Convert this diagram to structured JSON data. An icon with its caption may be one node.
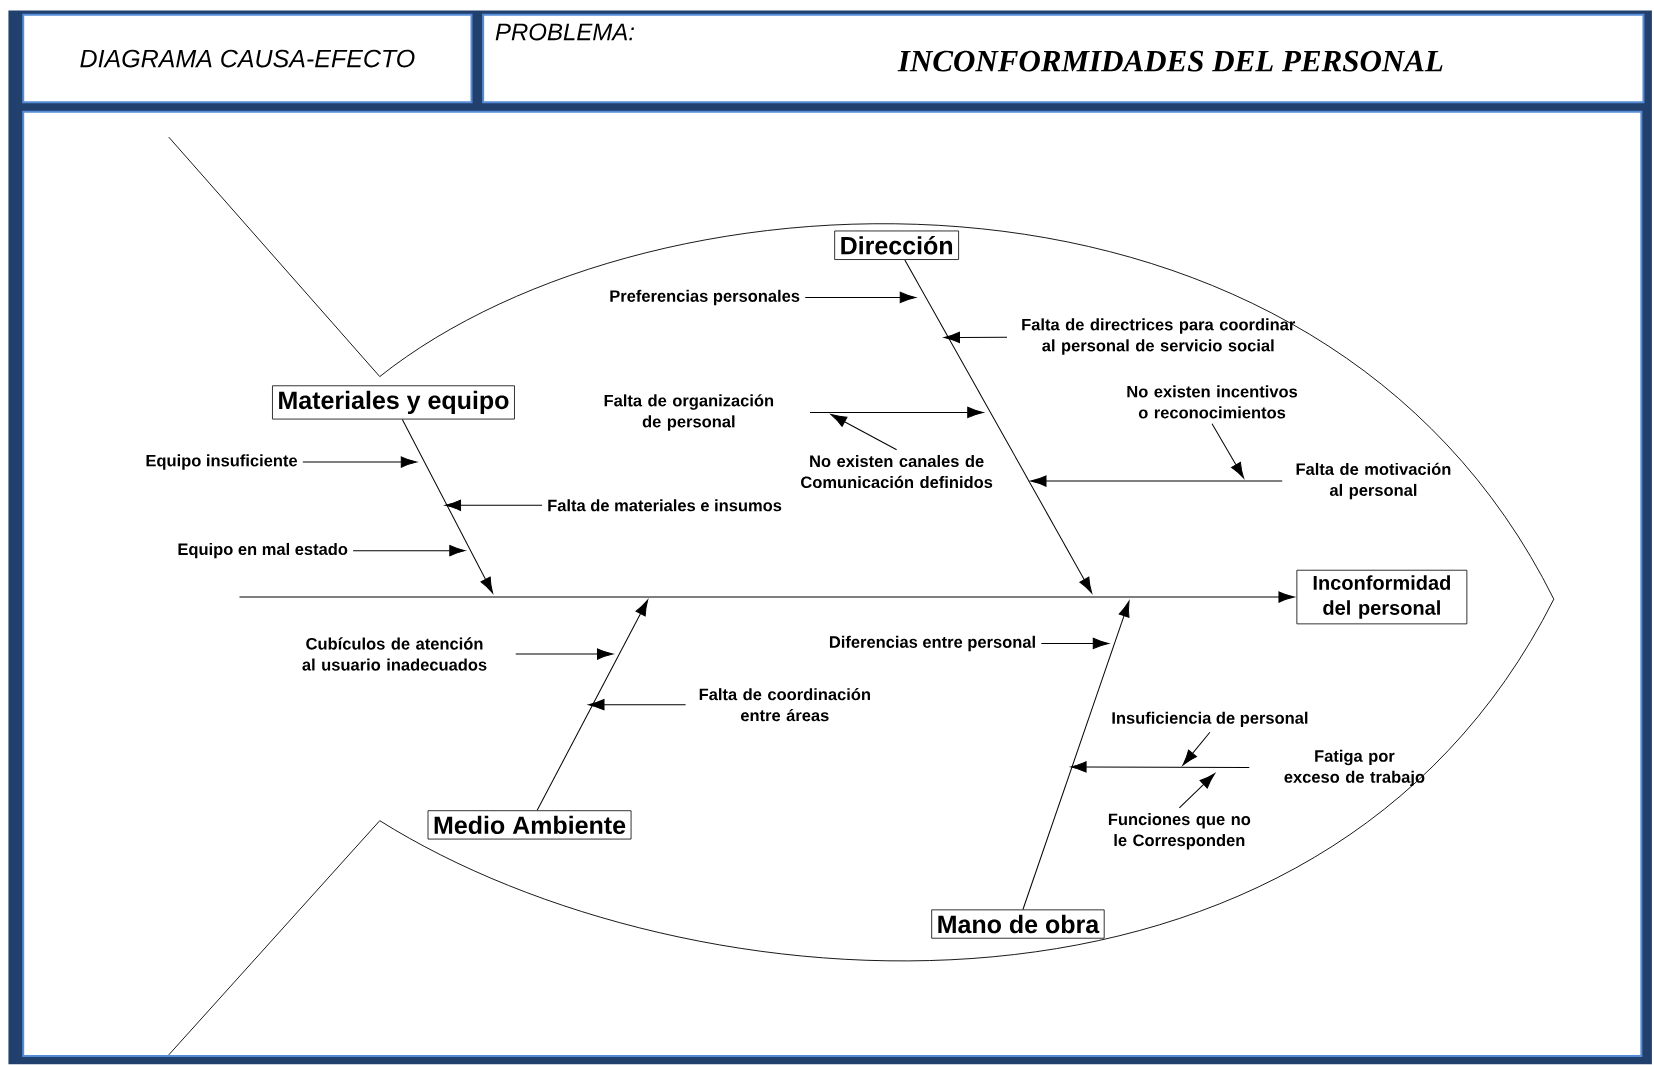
{
  "diagram": {
    "nodes": [
      {
        "text": [
          "DIAGRAMA CAUSA-EFECTO"
        ]
      },
      {
        "text": [
          "PROBLEMA:",
          "INCONFORMIDADES DEL PERSONAL"
        ]
      },
      {
        "text": [
          "Dirección"
        ]
      },
      {
        "text": [
          "Preferencias personales"
        ]
      },
      {
        "text": [
          "Falta de directrices para coordinar al personal de servicio social"
        ]
      },
      {
        "text": [
          "Materiales y equipo"
        ]
      },
      {
        "text": [
          "Falta de organización de personal"
        ]
      },
      {
        "text": [
          "No existen canales de Comunicación definidos"
        ]
      },
      {
        "text": [
          "No existen incentivos o reconocimientos"
        ]
      },
      {
        "text": [
          "Falta de motivación al personal"
        ]
      },
      {
        "text": [
          "Equipo insuficiente"
        ]
      },
      {
        "text": [
          "Falta de materiales e insumos"
        ]
      },
      {
        "text": [
          "Equipo en mal estado"
        ]
      },
      {
        "text": [
          "Inconformidad del personal"
        ]
      },
      {
        "text": [
          "Cubículos de atención al usuario inadecuados"
        ]
      },
      {
        "text": [
          "Diferencias entre personal"
        ]
      },
      {
        "text": [
          "Falta de coordinación entre áreas"
        ]
      },
      {
        "text": [
          "Insuficiencia de personal"
        ]
      },
      {
        "text": [
          "Fatiga por exceso de trabajo"
        ]
      },
      {
        "text": [
          "Funciones que no le Corresponden"
        ]
      },
      {
        "text": [
          "Medio Ambiente"
        ]
      },
      {
        "text": [
          "Mano de obra"
        ]
      }
    ],
    "edges": [
      {
        "from": null,
        "to": 13,
        "arrow": "to"
      },
      {
        "from": 2,
        "to": null,
        "arrow": "to"
      },
      {
        "from": 5,
        "to": null,
        "arrow": "to"
      },
      {
        "from": 20,
        "to": null,
        "arrow": "to"
      },
      {
        "from": 21,
        "to": null,
        "arrow": "to"
      },
      {
        "from": 3,
        "to": null,
        "arrow": "to"
      },
      {
        "from": 4,
        "to": null,
        "arrow": "to"
      },
      {
        "from": 6,
        "to": null,
        "arrow": "to"
      },
      {
        "from": 7,
        "to": null,
        "arrow": "to"
      },
      {
        "from": 8,
        "to": null,
        "arrow": "to"
      },
      {
        "from": 9,
        "to": null,
        "arrow": "to"
      },
      {
        "from": 10,
        "to": null,
        "arrow": "to"
      },
      {
        "from": 11,
        "to": null,
        "arrow": "to"
      },
      {
        "from": 12,
        "to": null,
        "arrow": "to"
      },
      {
        "from": 14,
        "to": null,
        "arrow": "to"
      },
      {
        "from": 16,
        "to": null,
        "arrow": "to"
      },
      {
        "from": 15,
        "to": null,
        "arrow": "to"
      },
      {
        "from": 17,
        "to": null,
        "arrow": "to"
      },
      {
        "from": 18,
        "to": null,
        "arrow": "to"
      },
      {
        "from": 19,
        "to": null,
        "arrow": "to"
      }
    ]
  }
}
